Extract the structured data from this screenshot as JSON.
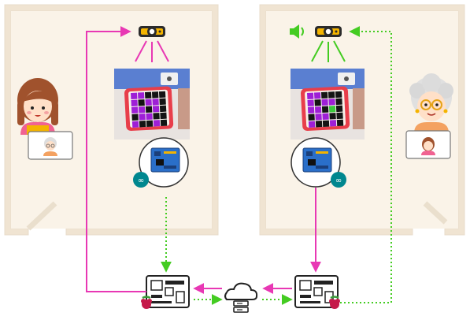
{
  "diagram": {
    "rooms": [
      {
        "id": "left",
        "person": "girl",
        "screen_person": "grandmother"
      },
      {
        "id": "right",
        "person": "grandmother",
        "screen_person": "girl"
      }
    ],
    "devices": {
      "room_device": "led-matrix-board",
      "microcontroller": "arduino-board",
      "hub": "raspberry-pi-board",
      "network": "cloud-server"
    },
    "colors": {
      "room_fill": "#f5ecdf",
      "pink_flow": "#e838b4",
      "green_flow": "#44cc22",
      "matrix_cell": "#9e1fd6",
      "matrix_green": "#3cc83c",
      "board_blue": "#2a6fc9",
      "arduino_teal": "#00878f",
      "raspberry": "#c51a4a"
    }
  }
}
